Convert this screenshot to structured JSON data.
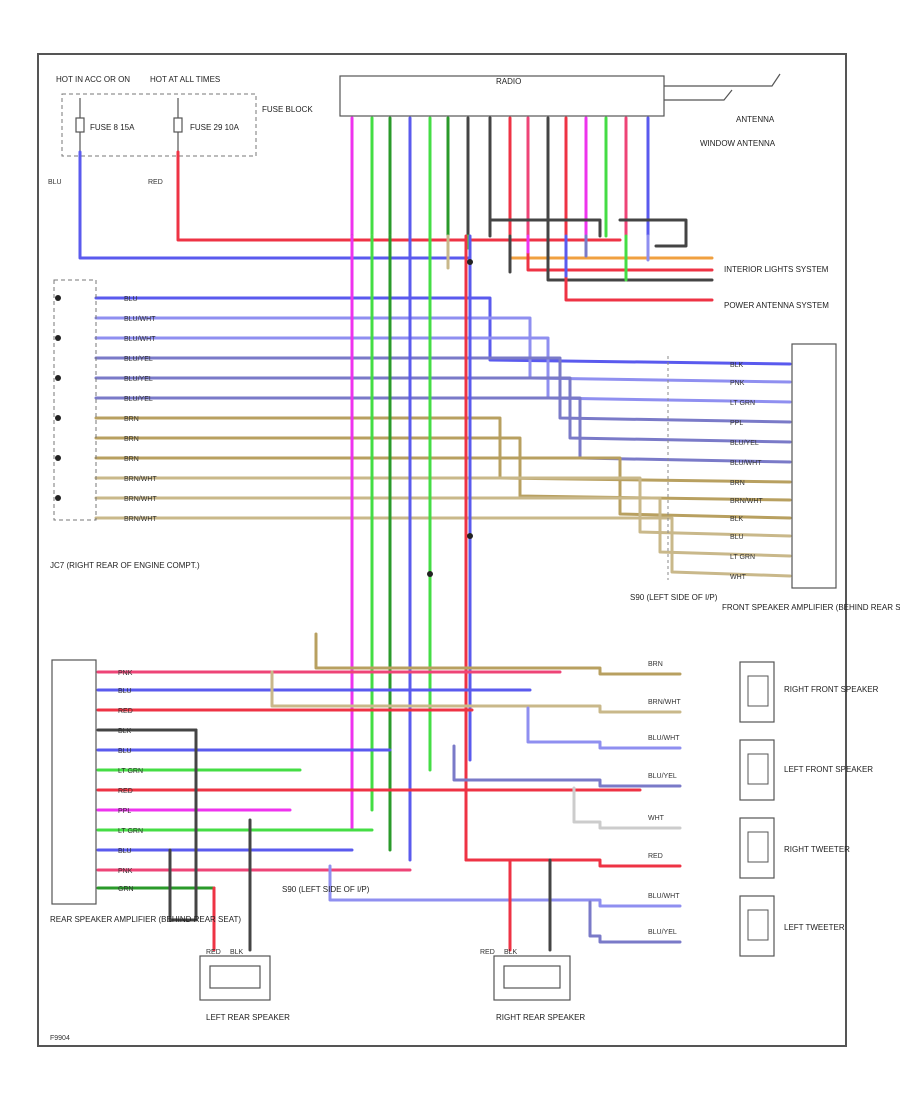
{
  "colors": {
    "BLU": "#5a5aee",
    "RED": "#ee3344",
    "PNK": "#ee4477",
    "PPL": "#ee33ee",
    "LT GRN": "#44dd44",
    "GRN": "#2a9a2a",
    "BRN": "#b8a060",
    "BRN/WHT": "#c9b88a",
    "BLU/WHT": "#8f8ff0",
    "BLU/YEL": "#7a7ac8",
    "WHT": "#cccccc",
    "BLK": "#444444",
    "ORN": "#f0a040",
    "frame": "#555555"
  },
  "labels": {
    "hot_acc": "HOT IN ACC OR ON",
    "hot_at": "HOT AT ALL TIMES",
    "fuse8": "FUSE 8 15A",
    "fuse29": "FUSE 29 10A",
    "fuse_block": "FUSE BLOCK",
    "blu": "BLU",
    "red": "RED",
    "radio": "RADIO",
    "antenna": "ANTENNA",
    "window_antenna": "WINDOW ANTENNA",
    "interior_lights": "INTERIOR LIGHTS SYSTEM",
    "power_antenna": "POWER ANTENNA SYSTEM",
    "jc7": "JC7 (RIGHT REAR OF ENGINE COMPT.)",
    "s90_upper": "S90 (LEFT SIDE OF I/P)",
    "s90_lower": "S90 (LEFT SIDE OF I/P)",
    "front_amp": "FRONT SPEAKER AMPLIFIER (BEHIND REAR SEAT)",
    "rear_amp": "REAR SPEAKER AMPLIFIER (BEHIND REAR SEAT)",
    "right_front_spk": "RIGHT FRONT SPEAKER",
    "left_front_spk": "LEFT FRONT SPEAKER",
    "right_tweeter": "RIGHT TWEETER",
    "left_tweeter": "LEFT TWEETER",
    "left_rear_spk": "LEFT REAR SPEAKER",
    "right_rear_spk": "RIGHT REAR SPEAKER",
    "code": "F9904"
  },
  "front_amp_wires": [
    "BLK",
    "PNK",
    "LT GRN",
    "PPL",
    "BLU/YEL",
    "BLU/WHT",
    "BRN",
    "BRN/WHT",
    "BLK",
    "BLU",
    "LT GRN",
    "WHT"
  ],
  "jc7_wires": [
    "BLU",
    "BLU/WHT",
    "BLU/WHT",
    "BLU/YEL",
    "BLU/YEL",
    "BLU/YEL",
    "BRN",
    "BRN",
    "BRN",
    "BRN/WHT",
    "BRN/WHT",
    "BRN/WHT"
  ],
  "rear_amp_wires": [
    "PNK",
    "BLU",
    "RED",
    "BLK",
    "BLU",
    "LT GRN",
    "RED",
    "PPL",
    "LT GRN",
    "BLU",
    "PNK",
    "GRN"
  ],
  "speaker_wires": [
    "BRN",
    "BRN/WHT",
    "BLU/WHT",
    "BLU/YEL",
    "WHT",
    "RED",
    "BLU/WHT",
    "BLU/YEL"
  ],
  "rear_speaker_wires": [
    "RED",
    "BLK",
    "RED",
    "BLK"
  ]
}
